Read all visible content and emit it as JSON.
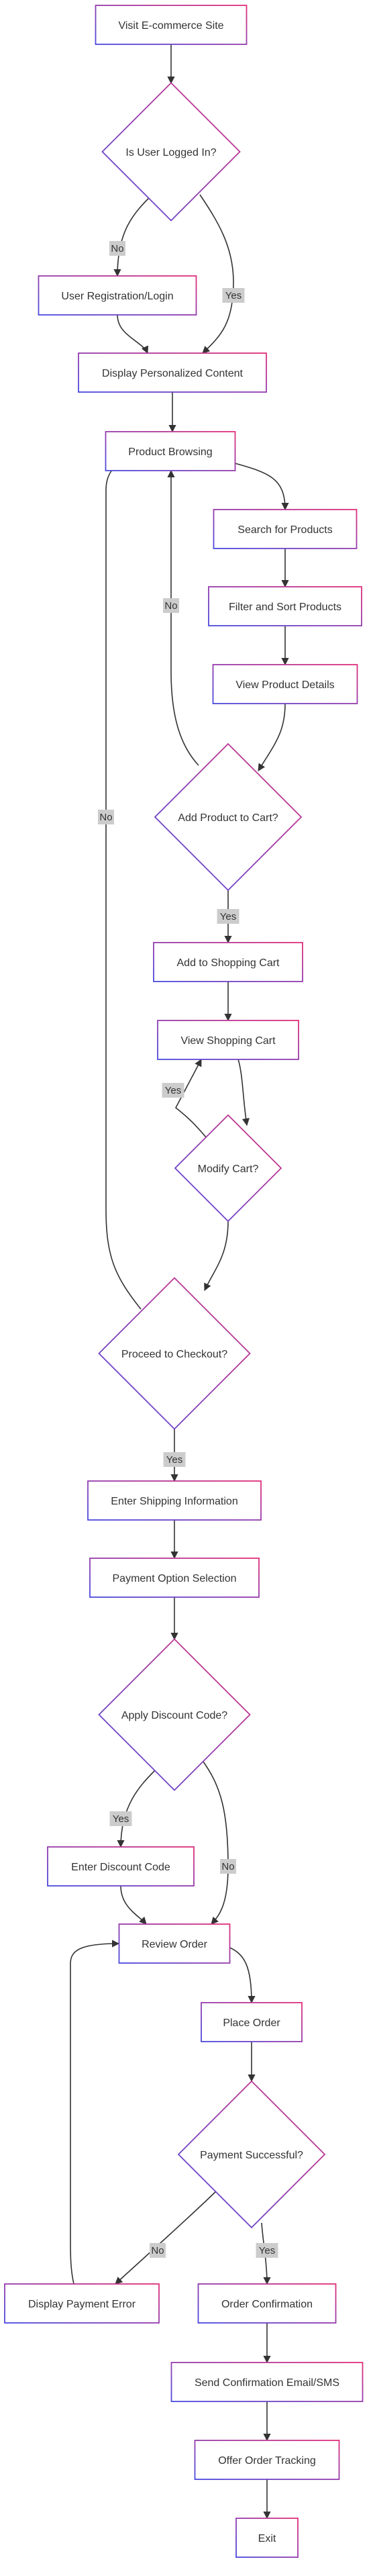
{
  "diagram": {
    "colors": {
      "gradient_start": "#4a4adf",
      "gradient_end": "#e0307a",
      "edge": "#333333",
      "label_bg": "#cccccc",
      "text": "#333333"
    },
    "nodes": [
      {
        "id": "visit",
        "shape": "rect",
        "label": "Visit E-commerce Site"
      },
      {
        "id": "logged_in",
        "shape": "diamond",
        "label": "Is User Logged In?"
      },
      {
        "id": "registration",
        "shape": "rect",
        "label": "User Registration/Login"
      },
      {
        "id": "personalized",
        "shape": "rect",
        "label": "Display Personalized Content"
      },
      {
        "id": "browsing",
        "shape": "rect",
        "label": "Product Browsing"
      },
      {
        "id": "search",
        "shape": "rect",
        "label": "Search for Products"
      },
      {
        "id": "filter",
        "shape": "rect",
        "label": "Filter and Sort Products"
      },
      {
        "id": "details",
        "shape": "rect",
        "label": "View Product Details"
      },
      {
        "id": "add_q",
        "shape": "diamond",
        "label": "Add Product to Cart?"
      },
      {
        "id": "add_cart",
        "shape": "rect",
        "label": "Add to Shopping Cart"
      },
      {
        "id": "view_cart",
        "shape": "rect",
        "label": "View Shopping Cart"
      },
      {
        "id": "modify_q",
        "shape": "diamond",
        "label": "Modify Cart?"
      },
      {
        "id": "checkout_q",
        "shape": "diamond",
        "label": "Proceed to Checkout?"
      },
      {
        "id": "shipping",
        "shape": "rect",
        "label": "Enter Shipping Information"
      },
      {
        "id": "payment_opt",
        "shape": "rect",
        "label": "Payment Option Selection"
      },
      {
        "id": "discount_q",
        "shape": "diamond",
        "label": "Apply Discount Code?"
      },
      {
        "id": "discount",
        "shape": "rect",
        "label": "Enter Discount Code"
      },
      {
        "id": "review",
        "shape": "rect",
        "label": "Review Order"
      },
      {
        "id": "place",
        "shape": "rect",
        "label": "Place Order"
      },
      {
        "id": "payment_q",
        "shape": "diamond",
        "label": "Payment Successful?"
      },
      {
        "id": "pay_error",
        "shape": "rect",
        "label": "Display Payment Error"
      },
      {
        "id": "confirm",
        "shape": "rect",
        "label": "Order Confirmation"
      },
      {
        "id": "send",
        "shape": "rect",
        "label": "Send Confirmation Email/SMS"
      },
      {
        "id": "tracking",
        "shape": "rect",
        "label": "Offer Order Tracking"
      },
      {
        "id": "exit",
        "shape": "rect",
        "label": "Exit"
      }
    ],
    "edges": [
      {
        "from": "visit",
        "to": "logged_in",
        "label": ""
      },
      {
        "from": "logged_in",
        "to": "registration",
        "label": "No"
      },
      {
        "from": "logged_in",
        "to": "personalized",
        "label": "Yes"
      },
      {
        "from": "registration",
        "to": "personalized",
        "label": ""
      },
      {
        "from": "personalized",
        "to": "browsing",
        "label": ""
      },
      {
        "from": "browsing",
        "to": "search",
        "label": ""
      },
      {
        "from": "search",
        "to": "filter",
        "label": ""
      },
      {
        "from": "filter",
        "to": "details",
        "label": ""
      },
      {
        "from": "details",
        "to": "add_q",
        "label": ""
      },
      {
        "from": "add_q",
        "to": "browsing",
        "label": "No"
      },
      {
        "from": "add_q",
        "to": "add_cart",
        "label": "Yes"
      },
      {
        "from": "add_cart",
        "to": "view_cart",
        "label": ""
      },
      {
        "from": "view_cart",
        "to": "modify_q",
        "label": ""
      },
      {
        "from": "modify_q",
        "to": "view_cart",
        "label": "Yes"
      },
      {
        "from": "modify_q",
        "to": "checkout_q",
        "label": "No"
      },
      {
        "from": "checkout_q",
        "to": "browsing",
        "label": "No"
      },
      {
        "from": "checkout_q",
        "to": "shipping",
        "label": "Yes"
      },
      {
        "from": "shipping",
        "to": "payment_opt",
        "label": ""
      },
      {
        "from": "payment_opt",
        "to": "discount_q",
        "label": ""
      },
      {
        "from": "discount_q",
        "to": "discount",
        "label": "Yes"
      },
      {
        "from": "discount_q",
        "to": "review",
        "label": "No"
      },
      {
        "from": "discount",
        "to": "review",
        "label": ""
      },
      {
        "from": "review",
        "to": "place",
        "label": ""
      },
      {
        "from": "place",
        "to": "payment_q",
        "label": ""
      },
      {
        "from": "payment_q",
        "to": "pay_error",
        "label": "No"
      },
      {
        "from": "payment_q",
        "to": "confirm",
        "label": "Yes"
      },
      {
        "from": "pay_error",
        "to": "review",
        "label": ""
      },
      {
        "from": "confirm",
        "to": "send",
        "label": ""
      },
      {
        "from": "send",
        "to": "tracking",
        "label": ""
      },
      {
        "from": "tracking",
        "to": "exit",
        "label": ""
      }
    ]
  }
}
